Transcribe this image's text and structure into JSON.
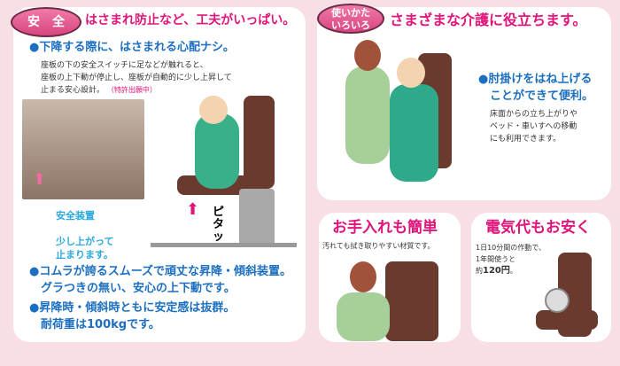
{
  "safety": {
    "badge": "安　全",
    "title": "はさまれ防止など、工夫がいっぱい。",
    "point1": "●下降する際に、はさまれる心配ナシ。",
    "desc": [
      "座板の下の安全スイッチに足などが触れると、",
      "座板の上下動が停止し、座板が自動的に少し上昇して",
      "止まる安心設計。"
    ],
    "patent": "（特許出願中）",
    "label_device": "安全装置",
    "label_lift": [
      "少し上がって",
      "止まります。"
    ],
    "sfx": "ピタッ",
    "point2": [
      "●コムラが誇るスムーズで頑丈な昇降・傾斜装置。",
      "グラつきの無い、安心の上下動です。"
    ],
    "point3": [
      "●昇降時・傾斜時ともに安定感は抜群。",
      "耐荷重は100kgです。"
    ]
  },
  "usage": {
    "badge": [
      "使いかた",
      "いろいろ"
    ],
    "title": "さまざまな介護に役立ちます。",
    "point": [
      "●肘掛けをはね上げる",
      "ことができて便利。"
    ],
    "desc": [
      "床面からの立ち上がりや",
      "ベッド・車いすへの移動",
      "にも利用できます。"
    ]
  },
  "care": {
    "title": "お手入れも簡単",
    "desc": "汚れても拭き取りやすい材質です。"
  },
  "power": {
    "title": "電気代もお安く",
    "desc": [
      "1日10分間の作動で、",
      "1年間使うと"
    ],
    "price_prefix": "約",
    "price": "120円",
    "price_suffix": "。"
  }
}
